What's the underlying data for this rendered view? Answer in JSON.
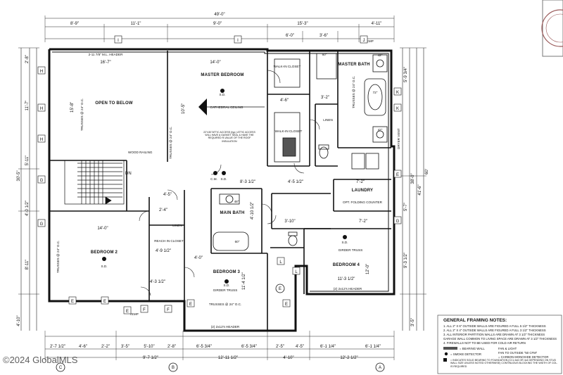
{
  "rooms": {
    "open_to_below": "OPEN TO BELOW",
    "master_bedroom": "MASTER BEDROOM",
    "master_bath": "MASTER BATH",
    "walk_in_closet_1": "WALK-IN CLOSET",
    "walk_in_closet_2": "WALK-IN CLOSET",
    "linen_1": "LINEN",
    "linen_2": "LINEN",
    "main_bath": "MAIN BATH",
    "laundry": "LAUNDRY",
    "opt_folding_counter": "OPT. FOLDING COUNTER",
    "bedroom_2": "BEDROOM 2",
    "bedroom_3": "BEDROOM 3",
    "bedroom_4": "BEDROOM 4",
    "reach_in_closet": "REACH IN CLOSET"
  },
  "annotations": {
    "cathedral_ceiling": "CATHEDRAL CEILING",
    "header_top": "2-11 7/8\" M.L. HEADER",
    "wood_railing": "WOOD RAILING",
    "dn": "DN",
    "girder_truss_1": "GIRDER TRUSS",
    "girder_truss_2": "GIRDER TRUSS",
    "header_b3": "(2) 2x12's HEADER",
    "header_b4": "(2) 2x12's HEADER",
    "trusses_24": "TRUSSES @ 24\" O.C.",
    "attic_access": "22\"x30\"ATTIC ACCESS (typ.) ATTIC ACCESS WILL HAVE A GASKET SEAL & HAVE THE REQUIRED R-VALUE OF THE ROOF INSULATION",
    "sd": "S.D.",
    "cm": "C.M.",
    "temp": "TEMP",
    "dryer_vent": "DRYER VENT",
    "size_60": "60\"",
    "size_72": "72\"",
    "size_42": "42\"",
    "size_48": "48\""
  },
  "dims_top": [
    "49'-0\"",
    "8'-9\"",
    "11'-1\"",
    "9'-0\"",
    "15'-3\"",
    "4'-11\"",
    "6'-0\"",
    "3'-6\""
  ],
  "dims_interior": [
    "16'-7\"",
    "14'-0\"",
    "14'-0\"",
    "15'-8\"",
    "10'-5\"",
    "4'-6\"",
    "3'-2\"",
    "4'-5 1/2\"",
    "8'-3 1/2\"",
    "7'-2\"",
    "12'-0\"",
    "11'-4 1/2\"",
    "11'-3 1/2\"",
    "4'-5\"",
    "4'-0\"",
    "4'-9 1/2\"",
    "3'-10\"",
    "7'-2\"",
    "2'-4\"",
    "4'-10 1/2\"",
    "4'-3 1/2\""
  ],
  "dims_bottom_1": [
    "2'-7 1/2\"",
    "4'-6\"",
    "2'-2\"",
    "3'-5\"",
    "5'-10\"",
    "2'-8\"",
    "6'-5 3/4\"",
    "6'-5 3/4\"",
    "2'-5\"",
    "4'-5\"",
    "6'-1 1/4\"",
    "6'-1 1/4\""
  ],
  "dims_bottom_2": [
    "9'-7 1/2\"",
    "12'-11 1/2\"",
    "4'-10\"",
    "12'-2 1/2\""
  ],
  "dims_left": [
    "2'-8\"",
    "11'-7\"",
    "5'-11\"",
    "4'-0 1/2\"",
    "8'-11\"",
    "30'-5\"",
    "4'-10\""
  ],
  "dims_right": [
    "60'",
    "41'-6\"",
    "38'-0\"",
    "5'-9 3/4\"",
    "5'-7\"",
    "9'-3 1/2\"",
    "3'-5\""
  ],
  "window_tags": [
    "I",
    "I",
    "J",
    "H",
    "H",
    "H",
    "G",
    "G",
    "K",
    "K",
    "E",
    "G",
    "E",
    "E",
    "E",
    "F",
    "F",
    "E",
    "L",
    "L",
    "E"
  ],
  "grid_markers": [
    "C",
    "B",
    "A",
    "E"
  ],
  "notes": {
    "title": "GENERAL FRAMING NOTES:",
    "items": [
      "1. ALL 2\" X 6\" OUTSIDE WALLS ARE FIGURED A FULL 5 1/2\" THICKNESS",
      "2. ALL 2\" X 4\" OUTSIDE WALLS ARE FIGURED A FULL 3 1/2\" THICKNESS",
      "3. ALL INTERIOR PARTITION WALLS ARE DRAWN AT 3 1/2\" THICKNESS",
      "GARAGE WALL COMMON TO LIVING SPACE ARE DRAWN AT 3 1/2\" THICKNESS",
      "4. FIREWALLS NOT TO BE USED FOR COLD AIR RETURN"
    ],
    "legend": {
      "bearing_wall": "= BEARING WALL",
      "smoke_detector": "= SMOKE DETECTOR",
      "fan_light": "FAN & LIGHT",
      "fan_vent": "FAN TO OUTSIDE \"50 CFM\"",
      "carbon_monoxide": "= CARBON MONOXIDE DETECTOR",
      "solid_bearing": "= INDICATES SOLID BEARING TO FOUNDATION (CCL 6x6 OR 4x4 DEPENDING ON STUD WALL SIZE UNLESS NOTED OTHERWISE) CONTINUOUS BLOCKING THE WIDTH OF COL. IS REQUIRED"
    }
  },
  "watermark": "©2024 GlobalMLS"
}
